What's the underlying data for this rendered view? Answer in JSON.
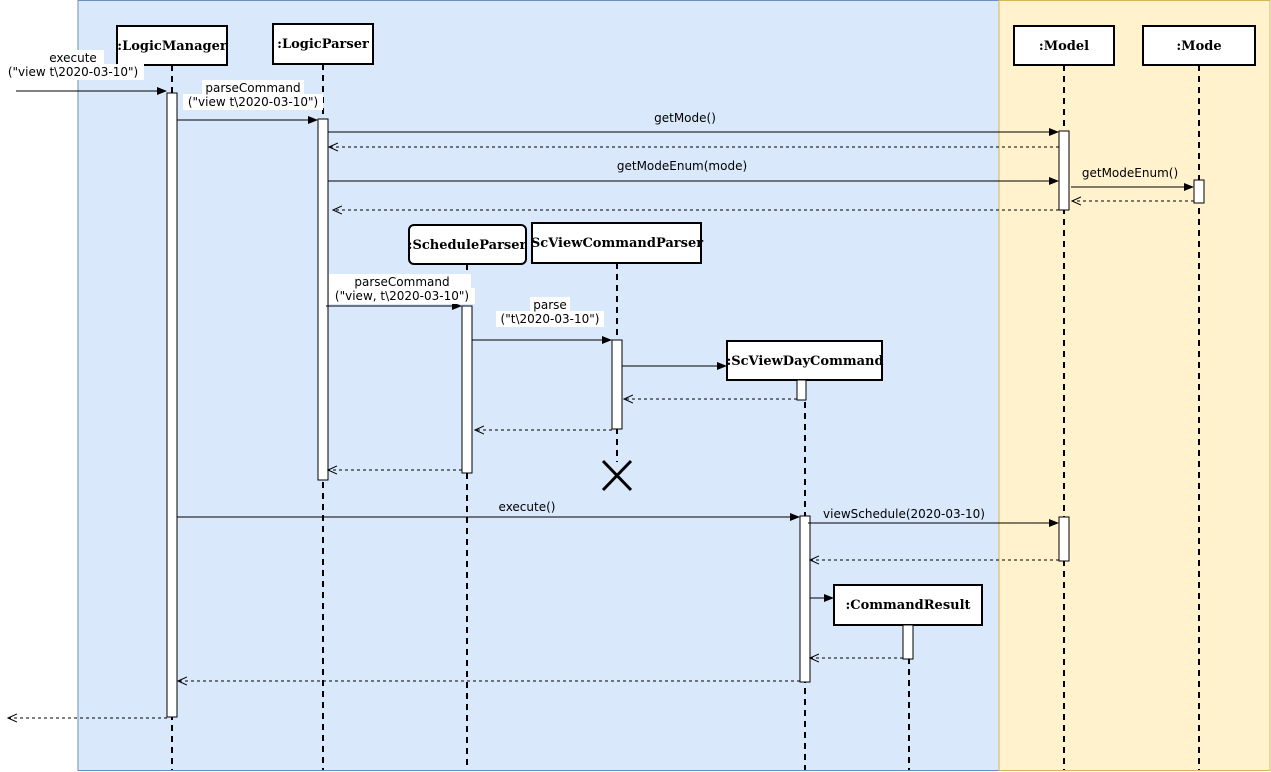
{
  "diagram": {
    "participants": {
      "logic_manager": ":LogicManager",
      "logic_parser": ":LogicParser",
      "schedule_parser": ":ScheduleParser",
      "sc_view_command_parser": "ScViewCommandParser",
      "sc_view_day_command": ":ScViewDayCommand",
      "command_result": ":CommandResult",
      "model": ":Model",
      "mode": ":Mode"
    },
    "messages": {
      "execute_call_line1": "execute",
      "execute_call_line2": "(\"view t\\2020-03-10\")",
      "parse_command_line1": "parseCommand",
      "parse_command_line2": "(\"view t\\2020-03-10\")",
      "get_mode": "getMode()",
      "get_mode_enum_mode": "getModeEnum(mode)",
      "get_mode_enum": "getModeEnum()",
      "schedule_parse_command_line1": "parseCommand",
      "schedule_parse_command_line2": "(\"view, t\\2020-03-10\")",
      "parse_line1": "parse",
      "parse_line2": "(\"t\\2020-03-10\")",
      "execute": "execute()",
      "view_schedule": "viewSchedule(2020-03-10)"
    },
    "colors": {
      "logic_region": "#dae8fc",
      "logic_border": "#6c8ebf",
      "model_region": "#fff2cc",
      "model_border": "#d6b656"
    }
  }
}
